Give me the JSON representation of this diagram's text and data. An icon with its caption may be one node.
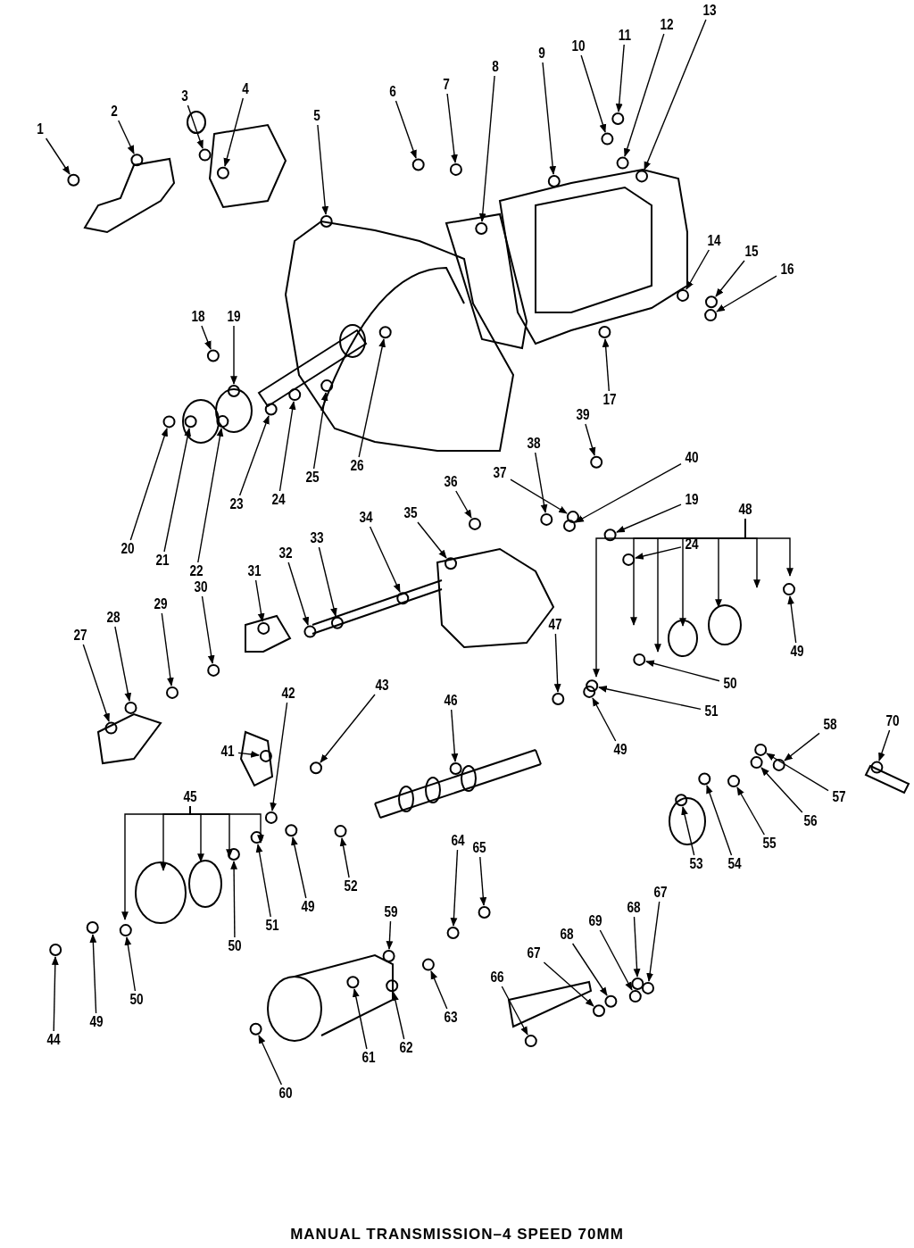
{
  "diagram": {
    "caption": "MANUAL TRANSMISSION–4 SPEED 70MM",
    "nodes": [
      {
        "text": [
          "13"
        ]
      },
      {
        "text": [
          "11"
        ]
      },
      {
        "text": [
          "12"
        ]
      },
      {
        "text": [
          "10"
        ]
      },
      {
        "text": [
          "9"
        ]
      },
      {
        "text": [
          "8"
        ]
      },
      {
        "text": [
          "7"
        ]
      },
      {
        "text": [
          "4"
        ]
      },
      {
        "text": [
          "6"
        ]
      },
      {
        "text": [
          "3"
        ]
      },
      {
        "text": [
          "2"
        ]
      },
      {
        "text": [
          "5"
        ]
      },
      {
        "text": [
          "1"
        ]
      },
      {
        "text": [
          "14"
        ]
      },
      {
        "text": [
          "15"
        ]
      },
      {
        "text": [
          "16"
        ]
      },
      {
        "text": [
          "18"
        ]
      },
      {
        "text": [
          "19"
        ]
      },
      {
        "text": [
          "17"
        ]
      },
      {
        "text": [
          "39"
        ]
      },
      {
        "text": [
          "38"
        ]
      },
      {
        "text": [
          "40"
        ]
      },
      {
        "text": [
          "26"
        ]
      },
      {
        "text": [
          "25"
        ]
      },
      {
        "text": [
          "36"
        ]
      },
      {
        "text": [
          "37"
        ]
      },
      {
        "text": [
          "24"
        ]
      },
      {
        "text": [
          "23"
        ]
      },
      {
        "text": [
          "19"
        ]
      },
      {
        "text": [
          "48"
        ]
      },
      {
        "text": [
          "35"
        ]
      },
      {
        "text": [
          "34"
        ]
      },
      {
        "text": [
          "33"
        ]
      },
      {
        "text": [
          "24"
        ]
      },
      {
        "text": [
          "20"
        ]
      },
      {
        "text": [
          "32"
        ]
      },
      {
        "text": [
          "21"
        ]
      },
      {
        "text": [
          "22"
        ]
      },
      {
        "text": [
          "31"
        ]
      },
      {
        "text": [
          "30"
        ]
      },
      {
        "text": [
          "29"
        ]
      },
      {
        "text": [
          "28"
        ]
      },
      {
        "text": [
          "47"
        ]
      },
      {
        "text": [
          "27"
        ]
      },
      {
        "text": [
          "49"
        ]
      },
      {
        "text": [
          "50"
        ]
      },
      {
        "text": [
          "43"
        ]
      },
      {
        "text": [
          "42"
        ]
      },
      {
        "text": [
          "46"
        ]
      },
      {
        "text": [
          "51"
        ]
      },
      {
        "text": [
          "58"
        ]
      },
      {
        "text": [
          "70"
        ]
      },
      {
        "text": [
          "49"
        ]
      },
      {
        "text": [
          "41"
        ]
      },
      {
        "text": [
          "45"
        ]
      },
      {
        "text": [
          "57"
        ]
      },
      {
        "text": [
          "56"
        ]
      },
      {
        "text": [
          "65"
        ]
      },
      {
        "text": [
          "64"
        ]
      },
      {
        "text": [
          "55"
        ]
      },
      {
        "text": [
          "53"
        ]
      },
      {
        "text": [
          "54"
        ]
      },
      {
        "text": [
          "52"
        ]
      },
      {
        "text": [
          "67"
        ]
      },
      {
        "text": [
          "49"
        ]
      },
      {
        "text": [
          "68"
        ]
      },
      {
        "text": [
          "59"
        ]
      },
      {
        "text": [
          "69"
        ]
      },
      {
        "text": [
          "51"
        ]
      },
      {
        "text": [
          "68"
        ]
      },
      {
        "text": [
          "50"
        ]
      },
      {
        "text": [
          "67"
        ]
      },
      {
        "text": [
          "66"
        ]
      },
      {
        "text": [
          "50"
        ]
      },
      {
        "text": [
          "63"
        ]
      },
      {
        "text": [
          "49"
        ]
      },
      {
        "text": [
          "62"
        ]
      },
      {
        "text": [
          "44"
        ]
      },
      {
        "text": [
          "61"
        ]
      },
      {
        "text": [
          "60"
        ]
      }
    ],
    "edges": [
      {
        "from": 0,
        "to": null,
        "arrow": "to"
      },
      {
        "from": 1,
        "to": null,
        "arrow": "to"
      },
      {
        "from": 2,
        "to": null,
        "arrow": "to"
      },
      {
        "from": 3,
        "to": null,
        "arrow": "to"
      },
      {
        "from": 4,
        "to": null,
        "arrow": "to"
      },
      {
        "from": 5,
        "to": null,
        "arrow": "to"
      },
      {
        "from": 6,
        "to": null,
        "arrow": "to"
      },
      {
        "from": 7,
        "to": null,
        "arrow": "to"
      },
      {
        "from": 8,
        "to": null,
        "arrow": "to"
      },
      {
        "from": 9,
        "to": null,
        "arrow": "to"
      },
      {
        "from": 10,
        "to": null,
        "arrow": "to"
      },
      {
        "from": 11,
        "to": null,
        "arrow": "to"
      },
      {
        "from": 12,
        "to": null,
        "arrow": "to"
      },
      {
        "from": 13,
        "to": null,
        "arrow": "to"
      },
      {
        "from": 14,
        "to": null,
        "arrow": "to"
      },
      {
        "from": 15,
        "to": null,
        "arrow": "to"
      },
      {
        "from": 16,
        "to": null,
        "arrow": "to"
      },
      {
        "from": 17,
        "to": null,
        "arrow": "to"
      },
      {
        "from": 18,
        "to": null,
        "arrow": "to"
      },
      {
        "from": 19,
        "to": null,
        "arrow": "to"
      },
      {
        "from": 20,
        "to": null,
        "arrow": "to"
      },
      {
        "from": 21,
        "to": null,
        "arrow": "to"
      },
      {
        "from": 22,
        "to": null,
        "arrow": "to"
      },
      {
        "from": 23,
        "to": null,
        "arrow": "to"
      },
      {
        "from": 24,
        "to": null,
        "arrow": "to"
      },
      {
        "from": 25,
        "to": null,
        "arrow": "to"
      },
      {
        "from": 26,
        "to": null,
        "arrow": "to"
      },
      {
        "from": 27,
        "to": null,
        "arrow": "to"
      },
      {
        "from": 28,
        "to": null,
        "arrow": "to"
      },
      {
        "from": 29,
        "to": null,
        "arrow": "to"
      },
      {
        "from": 29,
        "to": null,
        "arrow": "to"
      },
      {
        "from": 29,
        "to": null,
        "arrow": "to"
      },
      {
        "from": 29,
        "to": null,
        "arrow": "to"
      },
      {
        "from": 29,
        "to": null,
        "arrow": "to"
      },
      {
        "from": 29,
        "to": null,
        "arrow": "to"
      },
      {
        "from": 29,
        "to": null,
        "arrow": "to"
      },
      {
        "from": 30,
        "to": null,
        "arrow": "to"
      },
      {
        "from": 31,
        "to": null,
        "arrow": "to"
      },
      {
        "from": 32,
        "to": null,
        "arrow": "to"
      },
      {
        "from": 33,
        "to": null,
        "arrow": "to"
      },
      {
        "from": 34,
        "to": null,
        "arrow": "to"
      },
      {
        "from": 35,
        "to": null,
        "arrow": "to"
      },
      {
        "from": 36,
        "to": null,
        "arrow": "to"
      },
      {
        "from": 37,
        "to": null,
        "arrow": "to"
      },
      {
        "from": 38,
        "to": null,
        "arrow": "to"
      },
      {
        "from": 39,
        "to": null,
        "arrow": "to"
      },
      {
        "from": 40,
        "to": null,
        "arrow": "to"
      },
      {
        "from": 41,
        "to": null,
        "arrow": "to"
      },
      {
        "from": 42,
        "to": null,
        "arrow": "to"
      },
      {
        "from": 43,
        "to": null,
        "arrow": "to"
      },
      {
        "from": 44,
        "to": null,
        "arrow": "to"
      },
      {
        "from": 45,
        "to": null,
        "arrow": "to"
      },
      {
        "from": 46,
        "to": null,
        "arrow": "to"
      },
      {
        "from": 47,
        "to": null,
        "arrow": "to"
      },
      {
        "from": 48,
        "to": null,
        "arrow": "to"
      },
      {
        "from": 49,
        "to": null,
        "arrow": "to"
      },
      {
        "from": 50,
        "to": null,
        "arrow": "to"
      },
      {
        "from": 51,
        "to": null,
        "arrow": "to"
      },
      {
        "from": 52,
        "to": null,
        "arrow": "to"
      },
      {
        "from": 53,
        "to": null,
        "arrow": "to"
      },
      {
        "from": 54,
        "to": null,
        "arrow": "to"
      },
      {
        "from": 54,
        "to": null,
        "arrow": "to"
      },
      {
        "from": 54,
        "to": null,
        "arrow": "to"
      },
      {
        "from": 54,
        "to": null,
        "arrow": "to"
      },
      {
        "from": 54,
        "to": null,
        "arrow": "to"
      },
      {
        "from": 55,
        "to": null,
        "arrow": "to"
      },
      {
        "from": 56,
        "to": null,
        "arrow": "to"
      },
      {
        "from": 57,
        "to": null,
        "arrow": "to"
      },
      {
        "from": 58,
        "to": null,
        "arrow": "to"
      },
      {
        "from": 59,
        "to": null,
        "arrow": "to"
      },
      {
        "from": 60,
        "to": null,
        "arrow": "to"
      },
      {
        "from": 61,
        "to": null,
        "arrow": "to"
      },
      {
        "from": 62,
        "to": null,
        "arrow": "to"
      },
      {
        "from": 63,
        "to": null,
        "arrow": "to"
      },
      {
        "from": 64,
        "to": null,
        "arrow": "to"
      },
      {
        "from": 65,
        "to": null,
        "arrow": "to"
      },
      {
        "from": 66,
        "to": null,
        "arrow": "to"
      },
      {
        "from": 67,
        "to": null,
        "arrow": "to"
      },
      {
        "from": 68,
        "to": null,
        "arrow": "to"
      },
      {
        "from": 69,
        "to": null,
        "arrow": "to"
      },
      {
        "from": 70,
        "to": null,
        "arrow": "to"
      },
      {
        "from": 71,
        "to": null,
        "arrow": "to"
      },
      {
        "from": 72,
        "to": null,
        "arrow": "to"
      },
      {
        "from": 73,
        "to": null,
        "arrow": "to"
      },
      {
        "from": 74,
        "to": null,
        "arrow": "to"
      },
      {
        "from": 75,
        "to": null,
        "arrow": "to"
      },
      {
        "from": 76,
        "to": null,
        "arrow": "to"
      },
      {
        "from": 77,
        "to": null,
        "arrow": "to"
      },
      {
        "from": 78,
        "to": null,
        "arrow": "to"
      },
      {
        "from": 79,
        "to": null,
        "arrow": "to"
      }
    ]
  }
}
